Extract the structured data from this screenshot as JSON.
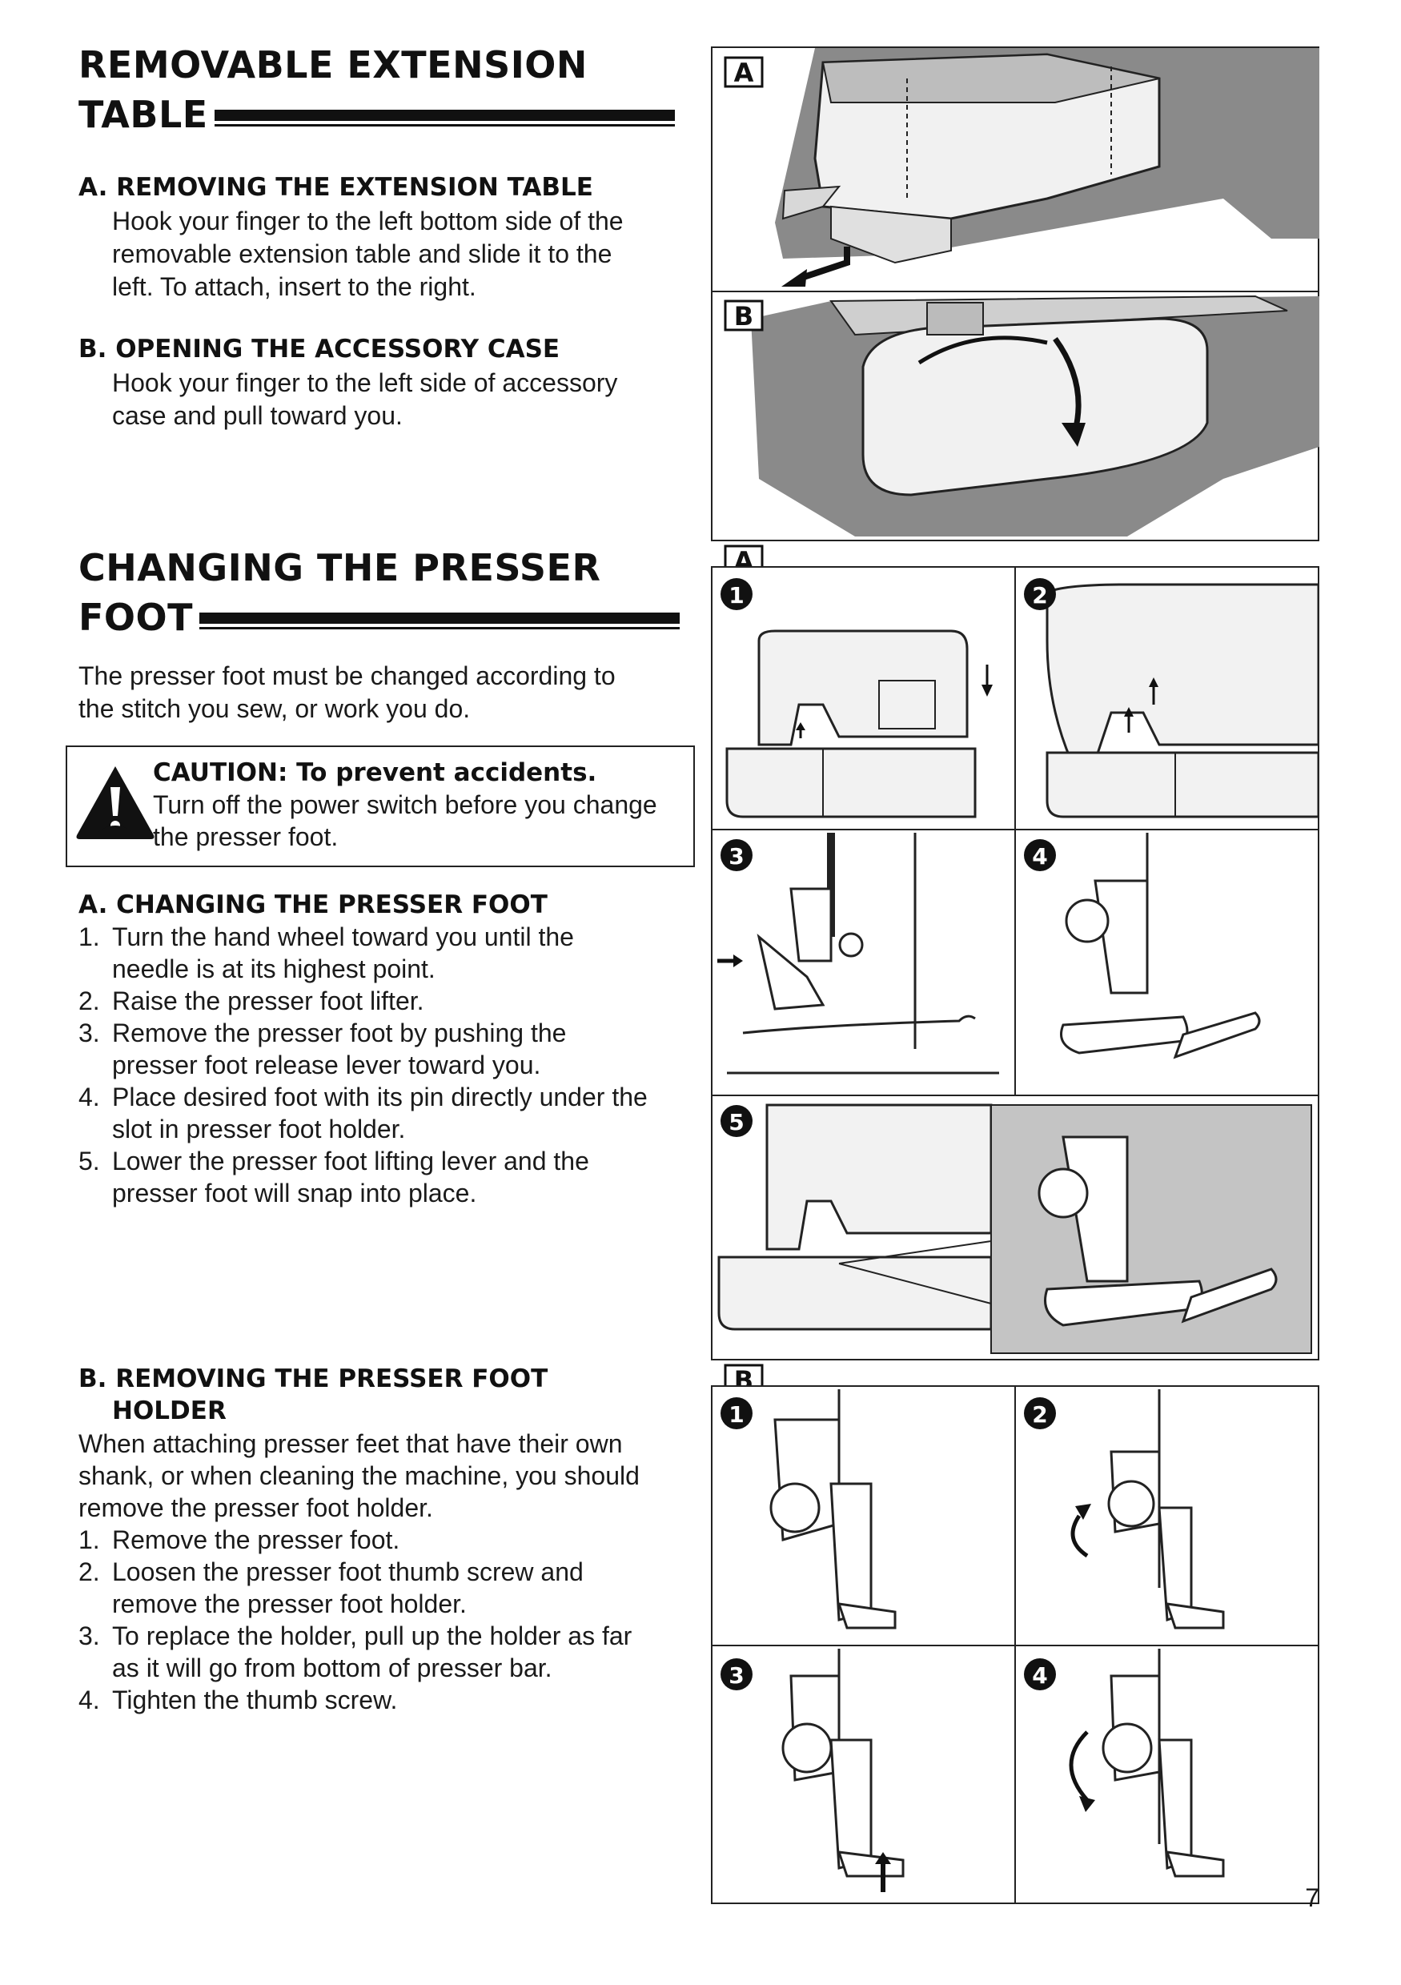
{
  "section1": {
    "title_line1": "REMOVABLE EXTENSION",
    "title_line2": "TABLE",
    "a_title": "A. REMOVING THE EXTENSION TABLE",
    "a_lines": [
      "Hook your finger to the left bottom side of the",
      "removable extension table and slide it to the",
      "left. To attach, insert to the right."
    ],
    "b_title": "B. OPENING THE ACCESSORY CASE",
    "b_lines": [
      "Hook your finger to the left side of accessory",
      "case and pull toward you."
    ]
  },
  "section2": {
    "title_line1": "CHANGING THE PRESSER",
    "title_line2": "FOOT",
    "intro_lines": [
      "The presser foot must be changed according to",
      "the stitch you sew, or work you do."
    ],
    "caution": {
      "title": "CAUTION: To prevent accidents.",
      "lines": [
        "Turn off the power switch before you change",
        "the presser foot."
      ]
    },
    "a_title": "A. CHANGING THE PRESSER FOOT",
    "a_steps": [
      {
        "num": "1.",
        "lines": [
          "Turn the hand wheel toward you until the",
          "needle is at its highest point."
        ]
      },
      {
        "num": "2.",
        "lines": [
          "Raise the presser foot lifter."
        ]
      },
      {
        "num": "3.",
        "lines": [
          "Remove the presser foot by pushing the",
          "presser foot release lever toward you."
        ]
      },
      {
        "num": "4.",
        "lines": [
          "Place desired foot with its pin directly under the",
          "slot in presser foot holder."
        ]
      },
      {
        "num": "5.",
        "lines": [
          "Lower the presser foot lifting lever and the",
          "presser foot will snap into place."
        ]
      }
    ],
    "b_title_line1": "B. REMOVING THE PRESSER FOOT",
    "b_title_line2": "HOLDER",
    "b_intro_lines": [
      "When attaching presser feet that have their own",
      "shank, or when cleaning the machine, you should",
      "remove the presser foot holder."
    ],
    "b_steps": [
      {
        "num": "1.",
        "lines": [
          "Remove the presser foot."
        ]
      },
      {
        "num": "2.",
        "lines": [
          "Loosen the presser foot thumb screw and",
          "remove the presser foot holder."
        ]
      },
      {
        "num": "3.",
        "lines": [
          "To replace the holder, pull up the holder as far",
          "as it will go from bottom of presser bar."
        ]
      },
      {
        "num": "4.",
        "lines": [
          "Tighten the thumb screw."
        ]
      }
    ]
  },
  "figures": {
    "label_a": "A",
    "label_b": "B",
    "steps": [
      "1",
      "2",
      "3",
      "4",
      "5"
    ]
  },
  "page_number": "7"
}
